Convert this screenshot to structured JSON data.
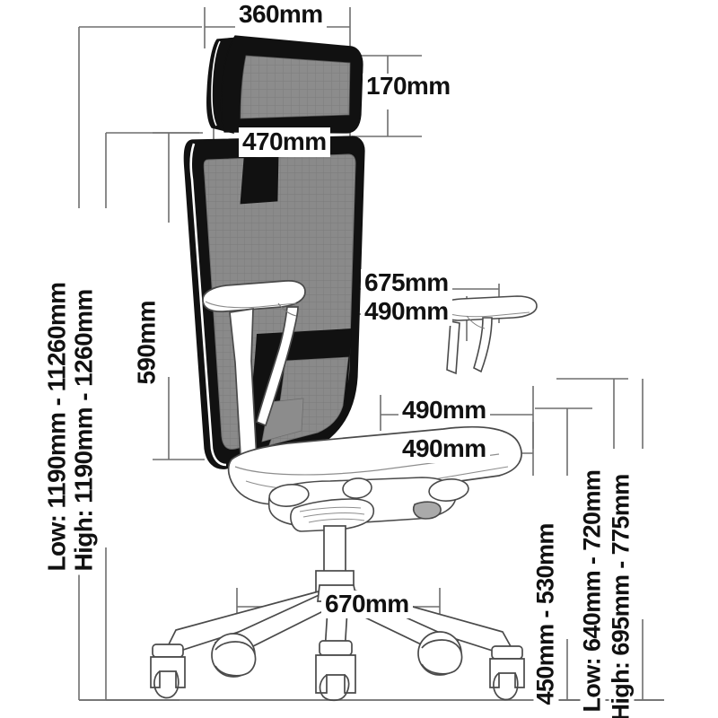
{
  "diagram": {
    "title": "Office Chair Dimension Drawing",
    "subject": "ergonomic-mesh-office-chair",
    "units": "mm",
    "colors": {
      "line": "#6e6e6e",
      "outline": "#111111",
      "mesh": "#8c8c8c",
      "frame_dark": "#111111",
      "background": "#ffffff",
      "text": "#111111"
    }
  },
  "dimensions": {
    "headrest_width": "360mm",
    "headrest_height": "170mm",
    "backrest_width": "470mm",
    "backrest_height": "590mm",
    "armrest_outer_width": "675mm",
    "armrest_inner_width": "490mm",
    "seat_depth_upper": "490mm",
    "seat_depth_lower": "490mm",
    "base_width": "670mm",
    "overall_height_low": "Low: 1190mm - 11260mm",
    "overall_height_high": "High: 1190mm - 1260mm",
    "seat_height_range": "450mm - 530mm",
    "back_height_low": "Low: 640mm - 720mm",
    "back_height_high": "High: 695mm - 775mm"
  },
  "parts": {
    "headrest": "headrest",
    "backrest": "backrest-mesh",
    "armrest_left": "armrest-left",
    "armrest_right": "armrest-right",
    "seat": "seat-cushion",
    "tilt_mechanism": "tilt-mechanism",
    "gas_cylinder": "gas-lift-cylinder",
    "base": "five-star-base",
    "casters": "casters",
    "ground_line": "ground-reference-line"
  }
}
